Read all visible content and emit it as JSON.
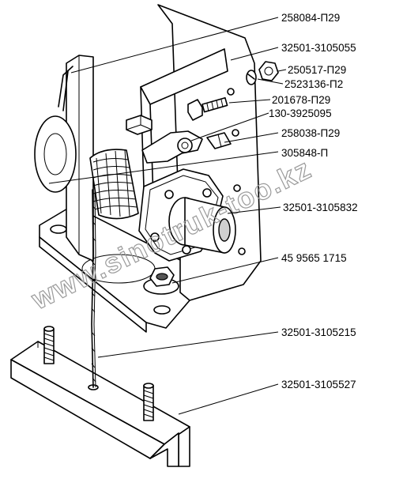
{
  "diagram": {
    "labels": [
      {
        "id": "l1",
        "text": "258084-П29"
      },
      {
        "id": "l2",
        "text": "32501-3105055"
      },
      {
        "id": "l3",
        "text": "250517-П29"
      },
      {
        "id": "l4",
        "text": "2523136-П2"
      },
      {
        "id": "l5",
        "text": "201678-П29"
      },
      {
        "id": "l6",
        "text": "130-3925095"
      },
      {
        "id": "l7",
        "text": "258038-П29"
      },
      {
        "id": "l8",
        "text": "305848-П"
      },
      {
        "id": "l9",
        "text": "32501-3105832"
      },
      {
        "id": "l10",
        "text": "45 9565 1715"
      },
      {
        "id": "l11",
        "text": "32501-3105215"
      },
      {
        "id": "l12",
        "text": "32501-3105527"
      }
    ],
    "watermark": "www.sinotruk-too.kz"
  }
}
